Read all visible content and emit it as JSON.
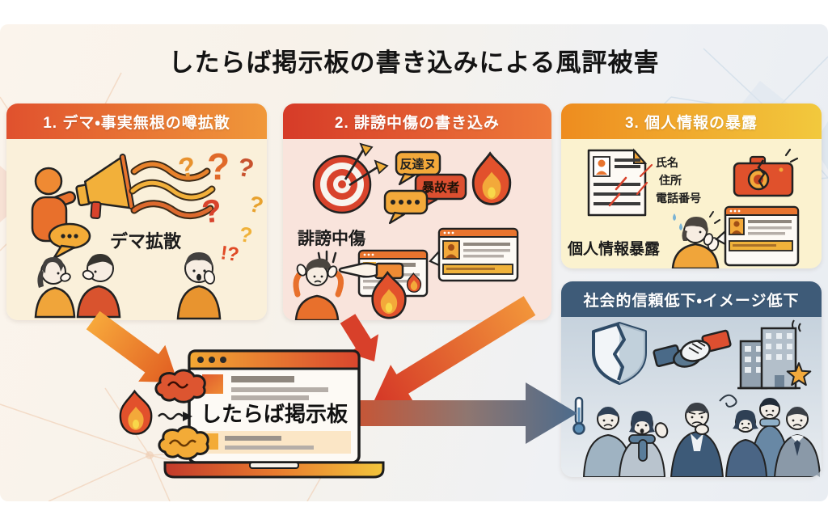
{
  "title": "したらば掲示板の書き込みによる風評被害",
  "panels": {
    "rumor": {
      "header": "1. デマ・事実無根の噂拡散",
      "caption": "デマ拡散",
      "exclaim": "!?",
      "question_mark": "?"
    },
    "slander": {
      "header": "2. 誹謗中傷の書き込み",
      "caption": "誹謗中傷",
      "bubbles": [
        "反達ヌ",
        "暴故者"
      ]
    },
    "doxxing": {
      "header": "3. 個人情報の暴露",
      "caption": "個人情報暴露",
      "doc_labels": [
        "氏名",
        "住所",
        "電話番号"
      ]
    },
    "impact": {
      "header": "社会的信頼低下・イメージ低下"
    }
  },
  "board": {
    "label": "したらば掲示板"
  },
  "colors": {
    "rumor_header_start": "#e0512e",
    "rumor_header_end": "#f0983a",
    "slander_header_start": "#d63b28",
    "slander_header_end": "#ee7a3a",
    "doxxing_header_start": "#ee8c1f",
    "doxxing_header_end": "#f2c93d",
    "impact_header": "#3e5b78",
    "rumor_body": "#faf0da",
    "slander_body": "#f9e4dc",
    "doxxing_body": "#fbf2cf",
    "arrow_orange": "#f09a35",
    "arrow_red": "#d8402a",
    "arrow_blue": "#49688a",
    "flame_red": "#e2512c",
    "accent_yellow": "#f3ab37"
  }
}
